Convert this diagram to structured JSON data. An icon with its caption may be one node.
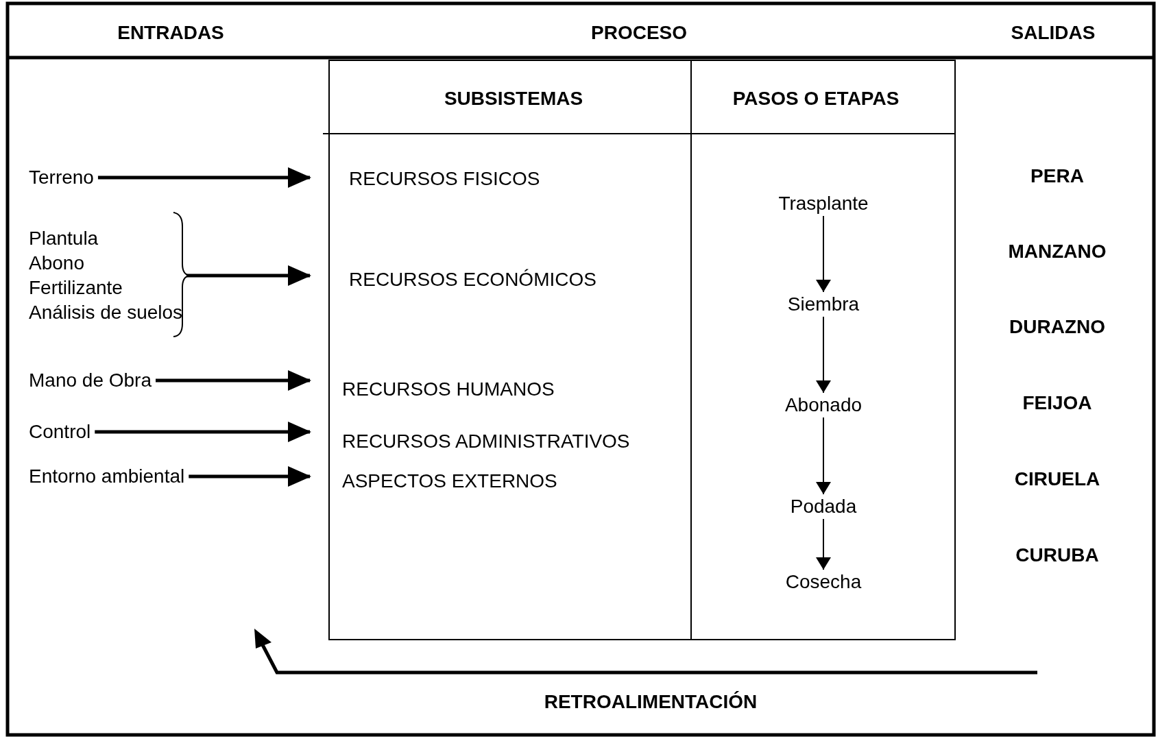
{
  "diagram": {
    "nodes": [
      {
        "text": [
          "Terreno"
        ]
      },
      {
        "text": [
          "Plantula",
          "Abono",
          "Fertilizante",
          "Análisis de suelos"
        ]
      },
      {
        "text": [
          "Mano de Obra"
        ]
      },
      {
        "text": [
          "Control"
        ]
      },
      {
        "text": [
          "Entorno ambiental"
        ]
      },
      {
        "text": [
          "RECURSOS FISICOS"
        ]
      },
      {
        "text": [
          "RECURSOS ECONÓMICOS"
        ]
      },
      {
        "text": [
          "RECURSOS HUMANOS"
        ]
      },
      {
        "text": [
          "RECURSOS ADMINISTRATIVOS"
        ]
      },
      {
        "text": [
          "ASPECTOS EXTERNOS"
        ]
      },
      {
        "text": [
          "Trasplante"
        ]
      },
      {
        "text": [
          "Siembra"
        ]
      },
      {
        "text": [
          "Abonado"
        ]
      },
      {
        "text": [
          "Podada"
        ]
      },
      {
        "text": [
          "Cosecha"
        ]
      }
    ],
    "edges": [
      {
        "from": 0,
        "to": 5,
        "arrow": "to"
      },
      {
        "from": 1,
        "to": 6,
        "arrow": "to"
      },
      {
        "from": 2,
        "to": 7,
        "arrow": "to"
      },
      {
        "from": 3,
        "to": 8,
        "arrow": "to"
      },
      {
        "from": 4,
        "to": 9,
        "arrow": "to"
      },
      {
        "from": 10,
        "to": 11,
        "arrow": "to"
      },
      {
        "from": 11,
        "to": 12,
        "arrow": "to"
      },
      {
        "from": 12,
        "to": 13,
        "arrow": "to"
      },
      {
        "from": 13,
        "to": 14,
        "arrow": "to"
      }
    ],
    "labels": [
      "ENTRADAS",
      "PROCESO",
      "SALIDAS",
      "SUBSISTEMAS",
      "PASOS O ETAPAS",
      "PERA",
      "MANZANO",
      "DURAZNO",
      "FEIJOA",
      "CIRUELA",
      "CURUBA",
      "RETROALIMENTACIÓN"
    ]
  }
}
